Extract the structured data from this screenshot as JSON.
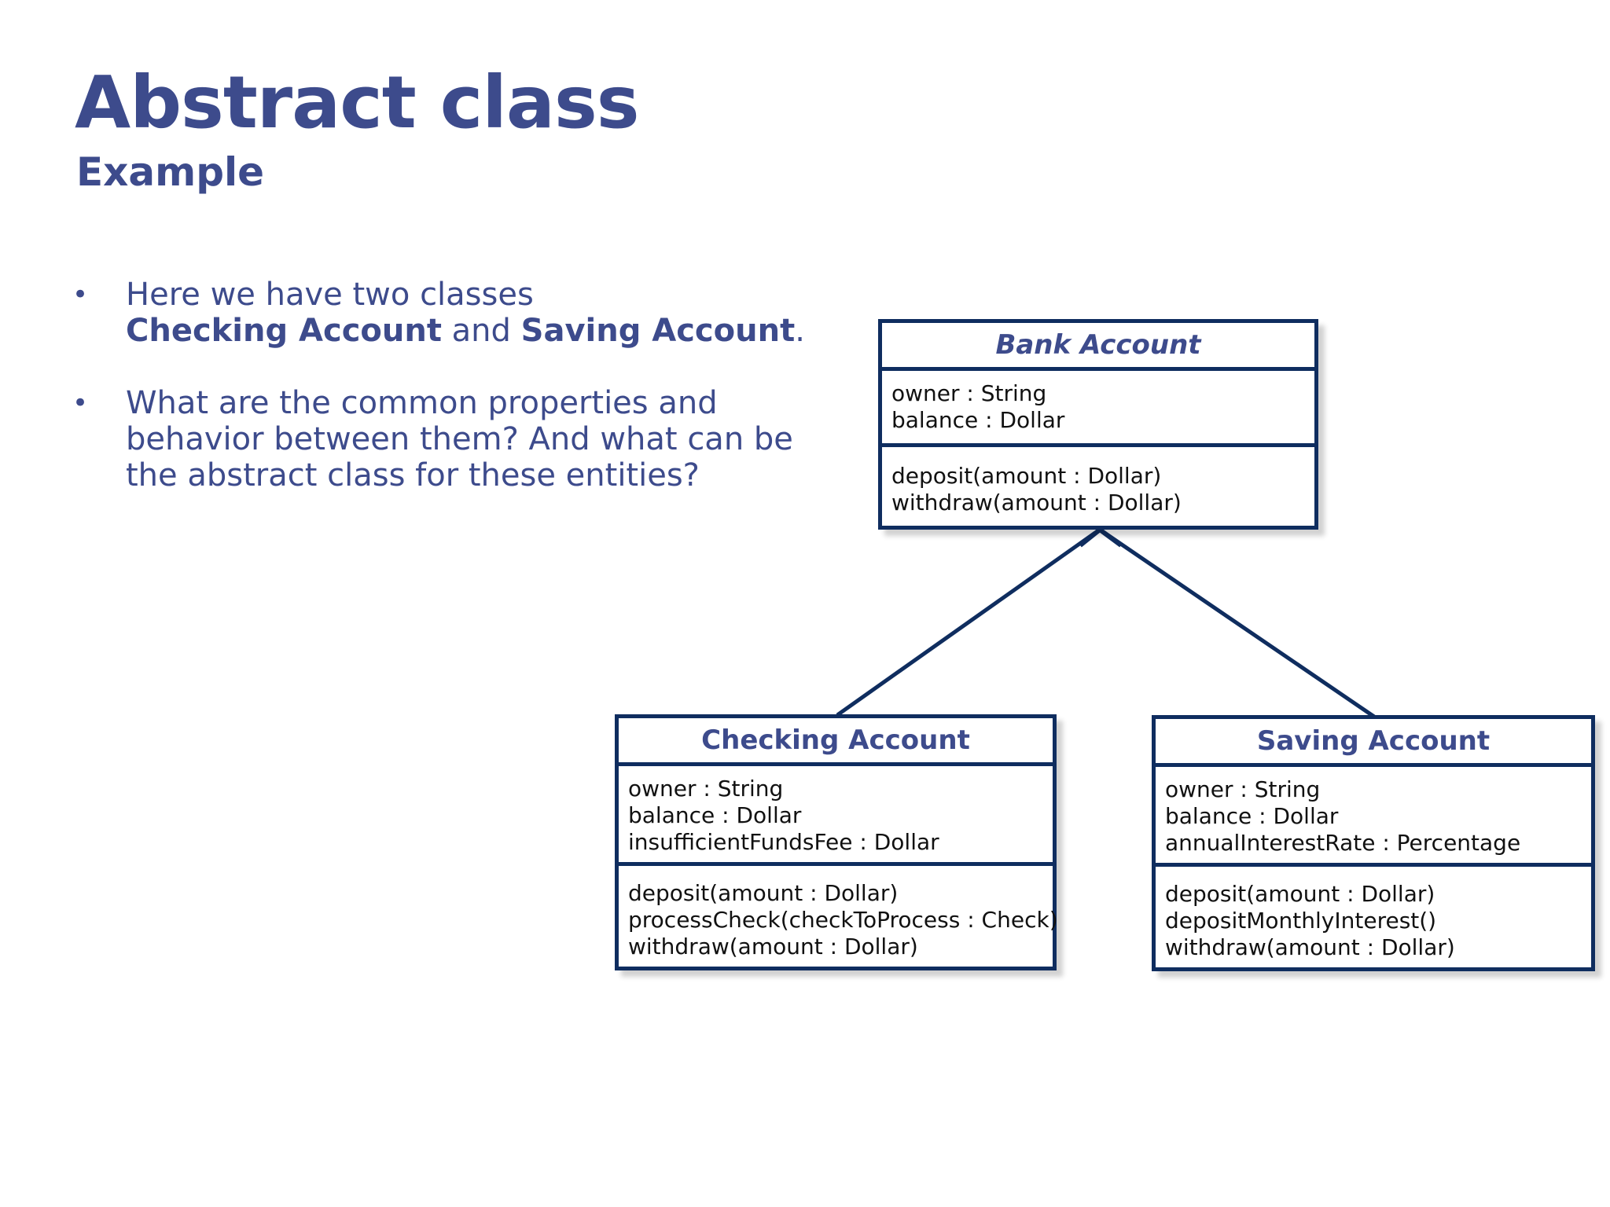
{
  "slide": {
    "title": "Abstract class",
    "subtitle": "Example"
  },
  "bullets": [
    {
      "line1": "Here we have two classes",
      "line2": {
        "bold1": "Checking Account",
        "mid": " and ",
        "bold2": "Saving Account",
        "end": "."
      }
    },
    {
      "lines": [
        "What are the common properties and",
        "behavior between them? And what can be",
        "the abstract class for these entities?"
      ]
    }
  ],
  "diagram": {
    "bullet_glyph": "•",
    "classes": {
      "bank": {
        "name": "Bank Account",
        "attributes": [
          "owner   : String",
          "balance : Dollar"
        ],
        "operations": [
          "deposit(amount : Dollar)",
          "withdraw(amount : Dollar)"
        ]
      },
      "checking": {
        "name": "Checking Account",
        "attributes": [
          "owner   : String",
          "balance : Dollar",
          "insufficientFundsFee : Dollar"
        ],
        "operations": [
          "deposit(amount : Dollar)",
          "processCheck(checkToProcess : Check)",
          "withdraw(amount : Dollar)"
        ]
      },
      "saving": {
        "name": "Saving Account",
        "attributes": [
          "owner   : String",
          "balance : Dollar",
          "annualInterestRate : Percentage"
        ],
        "operations": [
          "deposit(amount : Dollar)",
          "depositMonthlyInterest()",
          "withdraw(amount : Dollar)"
        ]
      }
    },
    "colors": {
      "title": "#3d4b8c",
      "border": "#0f2d5f",
      "text": "#111111"
    }
  }
}
